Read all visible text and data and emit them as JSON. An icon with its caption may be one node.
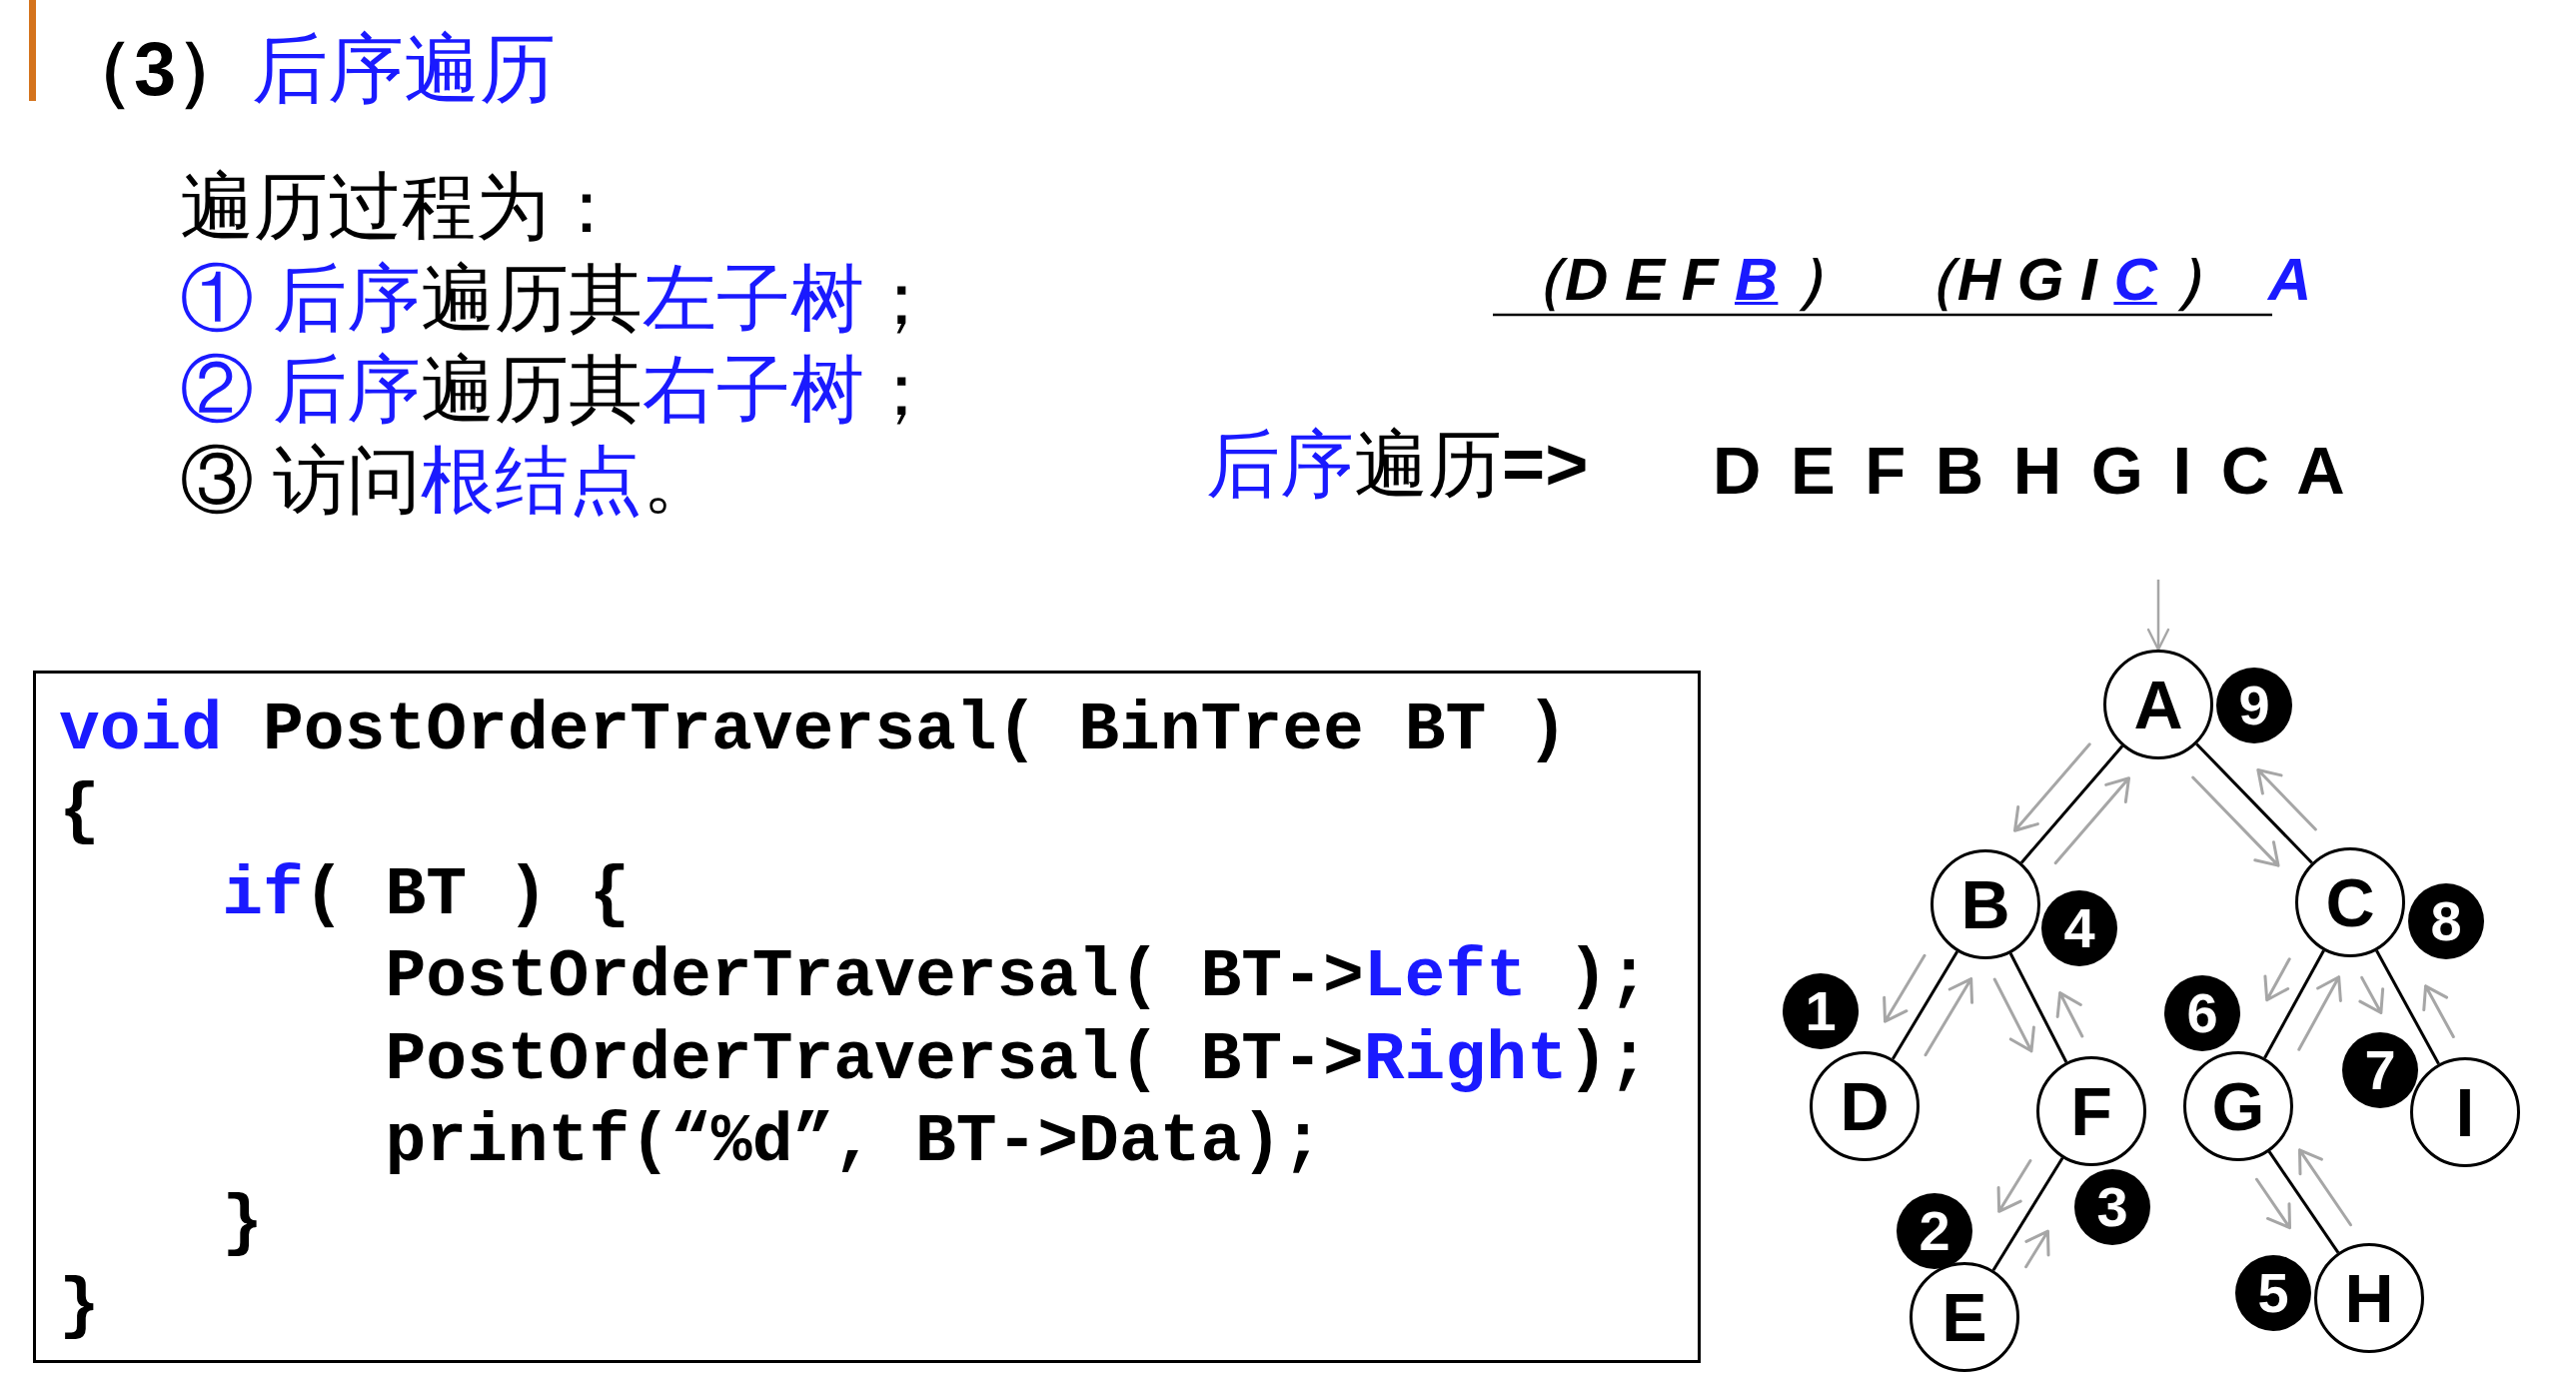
{
  "diagram": {
    "title": "（3）后序遍历",
    "nodes": [
      {
        "text": [
          "void PostOrderTraversal( BinTree BT )",
          "{",
          "if( BT ) {",
          "PostOrderTraversal( BT->Left );",
          "PostOrderTraversal( BT->Right);",
          "printf(“%d”, BT->Data);",
          "}",
          "}"
        ]
      },
      {
        "text": [
          "A"
        ]
      },
      {
        "text": [
          "9"
        ]
      },
      {
        "text": [
          "B"
        ]
      },
      {
        "text": [
          "4"
        ]
      },
      {
        "text": [
          "C"
        ]
      },
      {
        "text": [
          "8"
        ]
      },
      {
        "text": [
          "1"
        ]
      },
      {
        "text": [
          "6"
        ]
      },
      {
        "text": [
          "7"
        ]
      },
      {
        "text": [
          "D"
        ]
      },
      {
        "text": [
          "F"
        ]
      },
      {
        "text": [
          "G"
        ]
      },
      {
        "text": [
          "I"
        ]
      },
      {
        "text": [
          "2"
        ]
      },
      {
        "text": [
          "3"
        ]
      },
      {
        "text": [
          "E"
        ]
      },
      {
        "text": [
          "5"
        ]
      },
      {
        "text": [
          "H"
        ]
      }
    ],
    "edges": [
      {
        "from": null,
        "to": 1,
        "arrow": "to",
        "color": "#a6a6a6"
      },
      {
        "from": 1,
        "to": 3,
        "arrow": "none"
      },
      {
        "from": 1,
        "to": 5,
        "arrow": "none"
      },
      {
        "from": 3,
        "to": 10,
        "arrow": "none"
      },
      {
        "from": 3,
        "to": 11,
        "arrow": "none"
      },
      {
        "from": 11,
        "to": 16,
        "arrow": "none"
      },
      {
        "from": 5,
        "to": 12,
        "arrow": "none"
      },
      {
        "from": 5,
        "to": 13,
        "arrow": "none"
      },
      {
        "from": 12,
        "to": 18,
        "arrow": "none"
      }
    ],
    "labels": [
      "遍历过程为：",
      "① 后序遍历其左子树；",
      "② 后序遍历其右子树；",
      "③ 访问根结点。",
      "（D E F B ） （H G I C ） A",
      "后序遍历=>",
      "D E F B H G I C A"
    ]
  }
}
